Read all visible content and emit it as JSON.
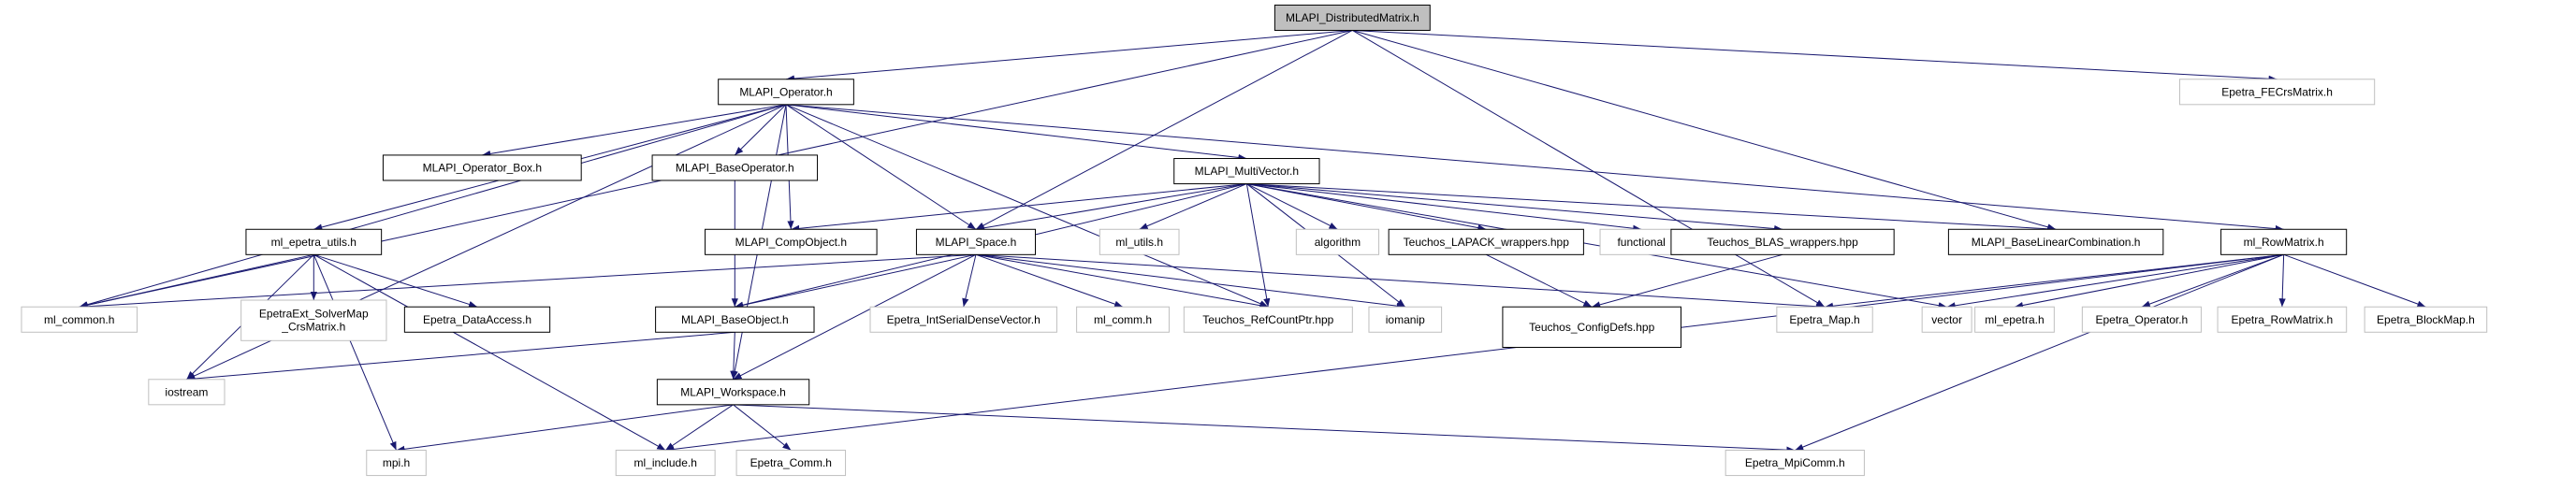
{
  "graph": {
    "title": "",
    "colors": {
      "edge": "#191970",
      "root_fill": "#bfbfbf",
      "documented_border": "#000000",
      "external_border": "#bfbfbf"
    },
    "nodes": [
      {
        "id": "distributed_matrix",
        "label": [
          "MLAPI_DistributedMatrix.h"
        ],
        "kind": "root"
      },
      {
        "id": "operator",
        "label": [
          "MLAPI_Operator.h"
        ],
        "kind": "documented"
      },
      {
        "id": "fecrs",
        "label": [
          "Epetra_FECrsMatrix.h"
        ],
        "kind": "external"
      },
      {
        "id": "operator_box",
        "label": [
          "MLAPI_Operator_Box.h"
        ],
        "kind": "documented"
      },
      {
        "id": "base_operator",
        "label": [
          "MLAPI_BaseOperator.h"
        ],
        "kind": "documented"
      },
      {
        "id": "multivector",
        "label": [
          "MLAPI_MultiVector.h"
        ],
        "kind": "documented"
      },
      {
        "id": "ml_epetra_utils",
        "label": [
          "ml_epetra_utils.h"
        ],
        "kind": "documented"
      },
      {
        "id": "comp_object",
        "label": [
          "MLAPI_CompObject.h"
        ],
        "kind": "documented"
      },
      {
        "id": "space",
        "label": [
          "MLAPI_Space.h"
        ],
        "kind": "documented"
      },
      {
        "id": "ml_utils",
        "label": [
          "ml_utils.h"
        ],
        "kind": "external"
      },
      {
        "id": "algorithm",
        "label": [
          "algorithm"
        ],
        "kind": "external"
      },
      {
        "id": "lapack",
        "label": [
          "Teuchos_LAPACK_wrappers.hpp"
        ],
        "kind": "documented"
      },
      {
        "id": "functional",
        "label": [
          "functional"
        ],
        "kind": "external"
      },
      {
        "id": "blas",
        "label": [
          "Teuchos_BLAS_wrappers.hpp"
        ],
        "kind": "documented"
      },
      {
        "id": "base_linear",
        "label": [
          "MLAPI_BaseLinearCombination.h"
        ],
        "kind": "documented"
      },
      {
        "id": "row_matrix",
        "label": [
          "ml_RowMatrix.h"
        ],
        "kind": "documented"
      },
      {
        "id": "ml_common",
        "label": [
          "ml_common.h"
        ],
        "kind": "external"
      },
      {
        "id": "solver_map",
        "label": [
          "EpetraExt_SolverMap",
          "_CrsMatrix.h"
        ],
        "kind": "external"
      },
      {
        "id": "data_access",
        "label": [
          "Epetra_DataAccess.h"
        ],
        "kind": "documented"
      },
      {
        "id": "base_object",
        "label": [
          "MLAPI_BaseObject.h"
        ],
        "kind": "documented"
      },
      {
        "id": "int_serial",
        "label": [
          "Epetra_IntSerialDenseVector.h"
        ],
        "kind": "external"
      },
      {
        "id": "ml_comm",
        "label": [
          "ml_comm.h"
        ],
        "kind": "external"
      },
      {
        "id": "refcount",
        "label": [
          "Teuchos_RefCountPtr.hpp"
        ],
        "kind": "external"
      },
      {
        "id": "iomanip",
        "label": [
          "iomanip"
        ],
        "kind": "external"
      },
      {
        "id": "config_defs",
        "label": [
          "Teuchos_ConfigDefs.hpp"
        ],
        "kind": "documented"
      },
      {
        "id": "epetra_map",
        "label": [
          "Epetra_Map.h"
        ],
        "kind": "external"
      },
      {
        "id": "vector",
        "label": [
          "vector"
        ],
        "kind": "external"
      },
      {
        "id": "ml_epetra",
        "label": [
          "ml_epetra.h"
        ],
        "kind": "external"
      },
      {
        "id": "epetra_operator",
        "label": [
          "Epetra_Operator.h"
        ],
        "kind": "external"
      },
      {
        "id": "epetra_rowmatrix",
        "label": [
          "Epetra_RowMatrix.h"
        ],
        "kind": "external"
      },
      {
        "id": "block_map",
        "label": [
          "Epetra_BlockMap.h"
        ],
        "kind": "external"
      },
      {
        "id": "iostream",
        "label": [
          "iostream"
        ],
        "kind": "external"
      },
      {
        "id": "workspace",
        "label": [
          "MLAPI_Workspace.h"
        ],
        "kind": "documented"
      },
      {
        "id": "mpi",
        "label": [
          "mpi.h"
        ],
        "kind": "external"
      },
      {
        "id": "ml_include",
        "label": [
          "ml_include.h"
        ],
        "kind": "external"
      },
      {
        "id": "epetra_comm",
        "label": [
          "Epetra_Comm.h"
        ],
        "kind": "external"
      },
      {
        "id": "mpi_comm",
        "label": [
          "Epetra_MpiComm.h"
        ],
        "kind": "external"
      }
    ],
    "edges": [
      [
        "distributed_matrix",
        "operator"
      ],
      [
        "distributed_matrix",
        "fecrs"
      ],
      [
        "distributed_matrix",
        "ml_common"
      ],
      [
        "distributed_matrix",
        "space"
      ],
      [
        "distributed_matrix",
        "base_linear"
      ],
      [
        "distributed_matrix",
        "epetra_map"
      ],
      [
        "operator",
        "operator_box"
      ],
      [
        "operator",
        "base_operator"
      ],
      [
        "operator",
        "multivector"
      ],
      [
        "operator",
        "ml_epetra_utils"
      ],
      [
        "operator",
        "comp_object"
      ],
      [
        "operator",
        "space"
      ],
      [
        "operator",
        "row_matrix"
      ],
      [
        "operator",
        "ml_common"
      ],
      [
        "operator",
        "iostream"
      ],
      [
        "operator",
        "workspace"
      ],
      [
        "operator",
        "refcount"
      ],
      [
        "base_operator",
        "base_object"
      ],
      [
        "multivector",
        "comp_object"
      ],
      [
        "multivector",
        "space"
      ],
      [
        "multivector",
        "ml_utils"
      ],
      [
        "multivector",
        "algorithm"
      ],
      [
        "multivector",
        "lapack"
      ],
      [
        "multivector",
        "functional"
      ],
      [
        "multivector",
        "blas"
      ],
      [
        "multivector",
        "base_linear"
      ],
      [
        "multivector",
        "base_object"
      ],
      [
        "multivector",
        "refcount"
      ],
      [
        "multivector",
        "iomanip"
      ],
      [
        "multivector",
        "vector"
      ],
      [
        "ml_epetra_utils",
        "ml_common"
      ],
      [
        "ml_epetra_utils",
        "solver_map"
      ],
      [
        "ml_epetra_utils",
        "data_access"
      ],
      [
        "ml_epetra_utils",
        "iostream"
      ],
      [
        "ml_epetra_utils",
        "mpi"
      ],
      [
        "ml_epetra_utils",
        "ml_include"
      ],
      [
        "space",
        "ml_common"
      ],
      [
        "space",
        "base_object"
      ],
      [
        "space",
        "int_serial"
      ],
      [
        "space",
        "ml_comm"
      ],
      [
        "space",
        "refcount"
      ],
      [
        "space",
        "iomanip"
      ],
      [
        "space",
        "epetra_map"
      ],
      [
        "space",
        "workspace"
      ],
      [
        "lapack",
        "config_defs"
      ],
      [
        "blas",
        "config_defs"
      ],
      [
        "row_matrix",
        "epetra_map"
      ],
      [
        "row_matrix",
        "vector"
      ],
      [
        "row_matrix",
        "ml_epetra"
      ],
      [
        "row_matrix",
        "epetra_operator"
      ],
      [
        "row_matrix",
        "epetra_rowmatrix"
      ],
      [
        "row_matrix",
        "block_map"
      ],
      [
        "row_matrix",
        "ml_include"
      ],
      [
        "row_matrix",
        "mpi_comm"
      ],
      [
        "base_object",
        "iostream"
      ],
      [
        "base_object",
        "workspace"
      ],
      [
        "workspace",
        "mpi"
      ],
      [
        "workspace",
        "ml_include"
      ],
      [
        "workspace",
        "epetra_comm"
      ],
      [
        "workspace",
        "mpi_comm"
      ]
    ]
  }
}
